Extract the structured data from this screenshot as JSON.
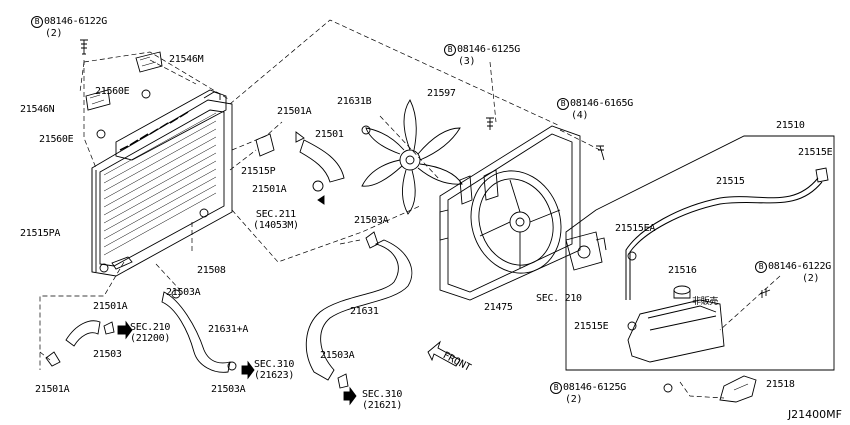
{
  "diagram_id": "J21400MF",
  "front_label": "FRONT",
  "part_labels": {
    "p21546M": "21546M",
    "p21560E_top": "21560E",
    "p21546N": "21546N",
    "p21560E_left": "21560E",
    "p21515PA": "21515PA",
    "p21501A_top": "21501A",
    "p21501": "21501",
    "p21515P": "21515P",
    "p21501A_mid": "21501A",
    "p21508": "21508",
    "p21631B": "21631B",
    "p21597": "21597",
    "p21503A_top": "21503A",
    "p21631": "21631",
    "p21503A_mid": "21503A",
    "p21631A": "21631+A",
    "p21503A_bot": "21503A",
    "p21503A_low": "21503A",
    "p21501A_left": "21501A",
    "p21503": "21503",
    "p21501A_bot": "21501A",
    "p21475": "21475",
    "p21510": "21510",
    "p21515E_top": "21515E",
    "p21515": "21515",
    "p21515EA": "21515EA",
    "p21516": "21516",
    "p21515E_left": "21515E",
    "p21518": "21518",
    "hanbai": "非販売"
  },
  "bolt_labels": {
    "b1": {
      "code": "08146-6122G",
      "qty": "(2)"
    },
    "b2": {
      "code": "08146-6125G",
      "qty": "(3)"
    },
    "b3": {
      "code": "08146-6165G",
      "qty": "(4)"
    },
    "b4": {
      "code": "08146-6122G",
      "qty": "(2)"
    },
    "b5": {
      "code": "08146-6125G",
      "qty": "(2)"
    }
  },
  "bolt_prefix": "B",
  "section_refs": {
    "sec211": {
      "line1": "SEC.211",
      "line2": "(14053M)"
    },
    "sec210_a": {
      "line1": "SEC.210",
      "line2": "(21200)"
    },
    "sec310_a": {
      "line1": "SEC.310",
      "line2": "(21623)"
    },
    "sec310_b": {
      "line1": "SEC.310",
      "line2": "(21621)"
    },
    "sec210_b": {
      "line1": "SEC. 210",
      "line2": ""
    }
  }
}
